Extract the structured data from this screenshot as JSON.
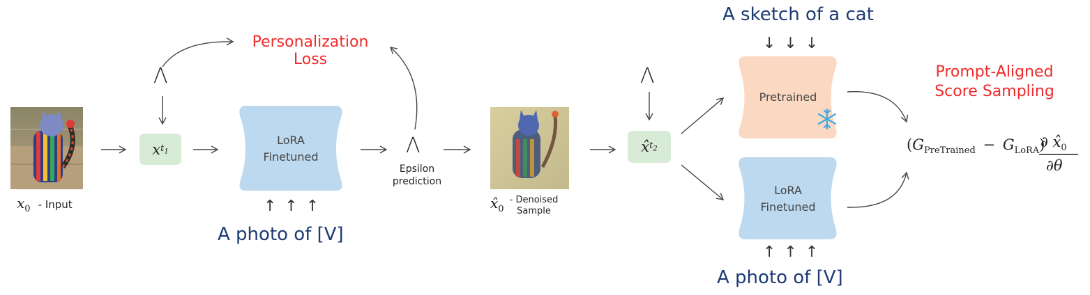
{
  "input_image": {
    "caption": "- Input",
    "symbol_base": "x",
    "symbol_sub": "0"
  },
  "node_xt1": {
    "base": "x",
    "sub": "t",
    "subsub": "1"
  },
  "node_xt2": {
    "base": "x̂",
    "sub": "t",
    "subsub": "2"
  },
  "personalization_loss": {
    "line1": "Personalization",
    "line2": "Loss"
  },
  "lora_left": {
    "line1": "LoRA",
    "line2": "Finetuned"
  },
  "prompt_left": "A photo of [V]",
  "epsilon": {
    "line1": "Epsilon",
    "line2": "prediction"
  },
  "denoised": {
    "symbol_base": "x̂",
    "symbol_sub": "0",
    "line1": "- Denoised",
    "line2": "Sample"
  },
  "pretrained": {
    "label": "Pretrained",
    "frozen_icon": "snowflake-icon"
  },
  "lora_right": {
    "line1": "LoRA",
    "line2": "Finetuned"
  },
  "prompt_top_right": "A sketch of a cat",
  "prompt_bottom_right": "A photo of [V]",
  "pass": {
    "line1": "Prompt-Aligned",
    "line2": "Score Sampling"
  },
  "formula": {
    "open": "(",
    "g1": "G",
    "g1_sub": "PreTrained",
    "minus": "−",
    "g2": "G",
    "g2_sub": "LoRA",
    "close": ")",
    "numerator": "∂ x̂",
    "numerator_sub": "0",
    "denominator": "∂θ"
  },
  "up_arrows": "↑↑↑",
  "down_arrows": "↓↓↓",
  "noise_symbol": "Λ",
  "colors": {
    "lora_block": "#bcd9ef",
    "pretrained_block": "#fbd8c1",
    "node": "#d8ebd6",
    "loss_text": "#ee2b2b",
    "prompt_text": "#1d3a73",
    "snowflake": "#3fa9e0"
  }
}
